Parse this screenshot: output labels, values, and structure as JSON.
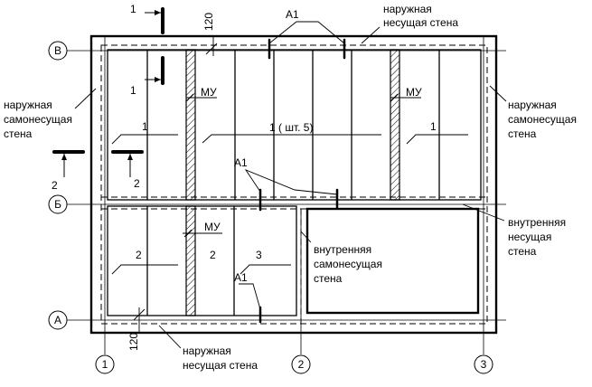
{
  "axes": {
    "horizontal": [
      "В",
      "Б",
      "А"
    ],
    "vertical": [
      "1",
      "2",
      "3"
    ]
  },
  "labels": {
    "top_ext_wall": [
      "наружная",
      "несущая стена"
    ],
    "left_ext_wall": [
      "наружная",
      "самонесущая",
      "стена"
    ],
    "right_ext_wall": [
      "наружная",
      "самонесущая",
      "стена"
    ],
    "right_int_wall": [
      "внутренняя",
      "несущая",
      "стена"
    ],
    "int_self_wall": [
      "внутренняя",
      "самонесущая",
      "стена"
    ],
    "bottom_ext_wall": [
      "наружная",
      "несущая стена"
    ],
    "a1": "А1",
    "mu": "МУ",
    "dim": "120",
    "section": "1",
    "section2": "2"
  },
  "panels": {
    "p1": "1",
    "p1_group": "1 ( шт. 5)",
    "p1_right": "1",
    "p2_left": "2",
    "p2_mid": "2",
    "p3": "3"
  }
}
